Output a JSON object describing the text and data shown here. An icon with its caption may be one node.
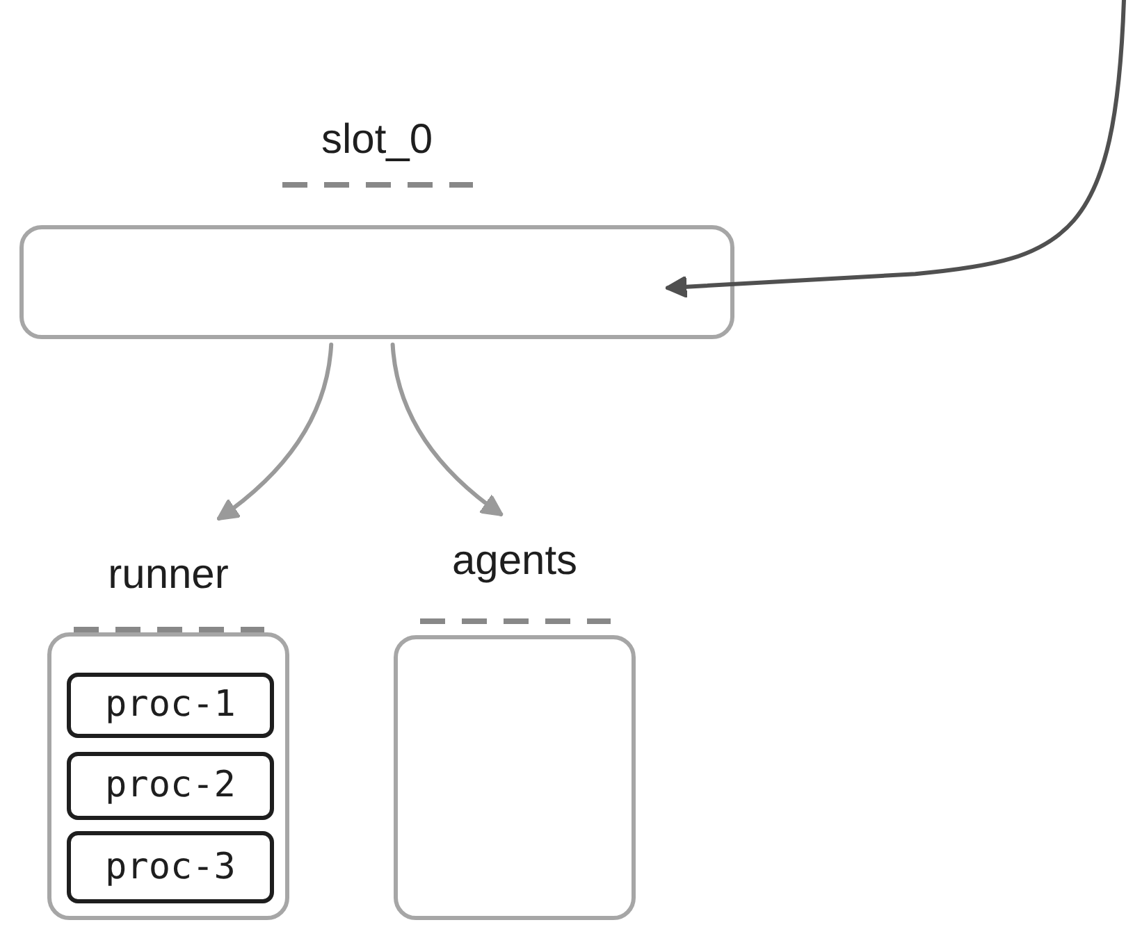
{
  "diagram": {
    "nodes": [
      {
        "text": [
          "slot_0"
        ]
      },
      {
        "text": [
          "runner"
        ]
      },
      {
        "text": [
          "proc-1"
        ],
        "in": 1
      },
      {
        "text": [
          "proc-2"
        ],
        "in": 1
      },
      {
        "text": [
          "proc-3"
        ],
        "in": 1
      },
      {
        "text": [
          "agents"
        ]
      }
    ],
    "edges": [
      {
        "from": null,
        "to": 0,
        "arrow": "to",
        "color": "#505050"
      },
      {
        "from": 0,
        "to": 1,
        "arrow": "to"
      },
      {
        "from": 0,
        "to": 5,
        "arrow": "to"
      }
    ]
  }
}
